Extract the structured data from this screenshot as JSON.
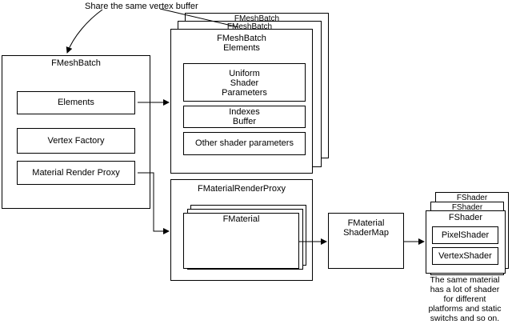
{
  "annotation_top": "Share the same vertex buffer",
  "mesh_batch": {
    "title": "FMeshBatch",
    "elements_label": "Elements",
    "vertex_factory_label": "Vertex Factory",
    "material_render_proxy_label": "Material Render Proxy"
  },
  "elements_stack": {
    "back_title_1": "FMeshBatch",
    "back_title_2": "FMeshBatch",
    "front_title_line1": "FMeshBatch",
    "front_title_line2": "Elements",
    "uniform_line1": "Uniform",
    "uniform_line2": "Shader",
    "uniform_line3": "Parameters",
    "indexes_line1": "Indexes",
    "indexes_line2": "Buffer",
    "other_params": "Other shader parameters"
  },
  "material_render_proxy": {
    "title": "FMaterialRenderProxy",
    "material_label": "FMaterial"
  },
  "shader_map": {
    "line1": "FMaterial",
    "line2": "ShaderMap"
  },
  "shaders": {
    "back_title_1": "FShader",
    "back_title_2": "FShader",
    "front_title": "FShader",
    "pixel_shader": "PixelShader",
    "vertex_shader": "VertexShader"
  },
  "note": {
    "line1": "The same material",
    "line2": "has a lot of shader",
    "line3": "for different",
    "line4": "platforms and static",
    "line5": "switchs and so on."
  }
}
